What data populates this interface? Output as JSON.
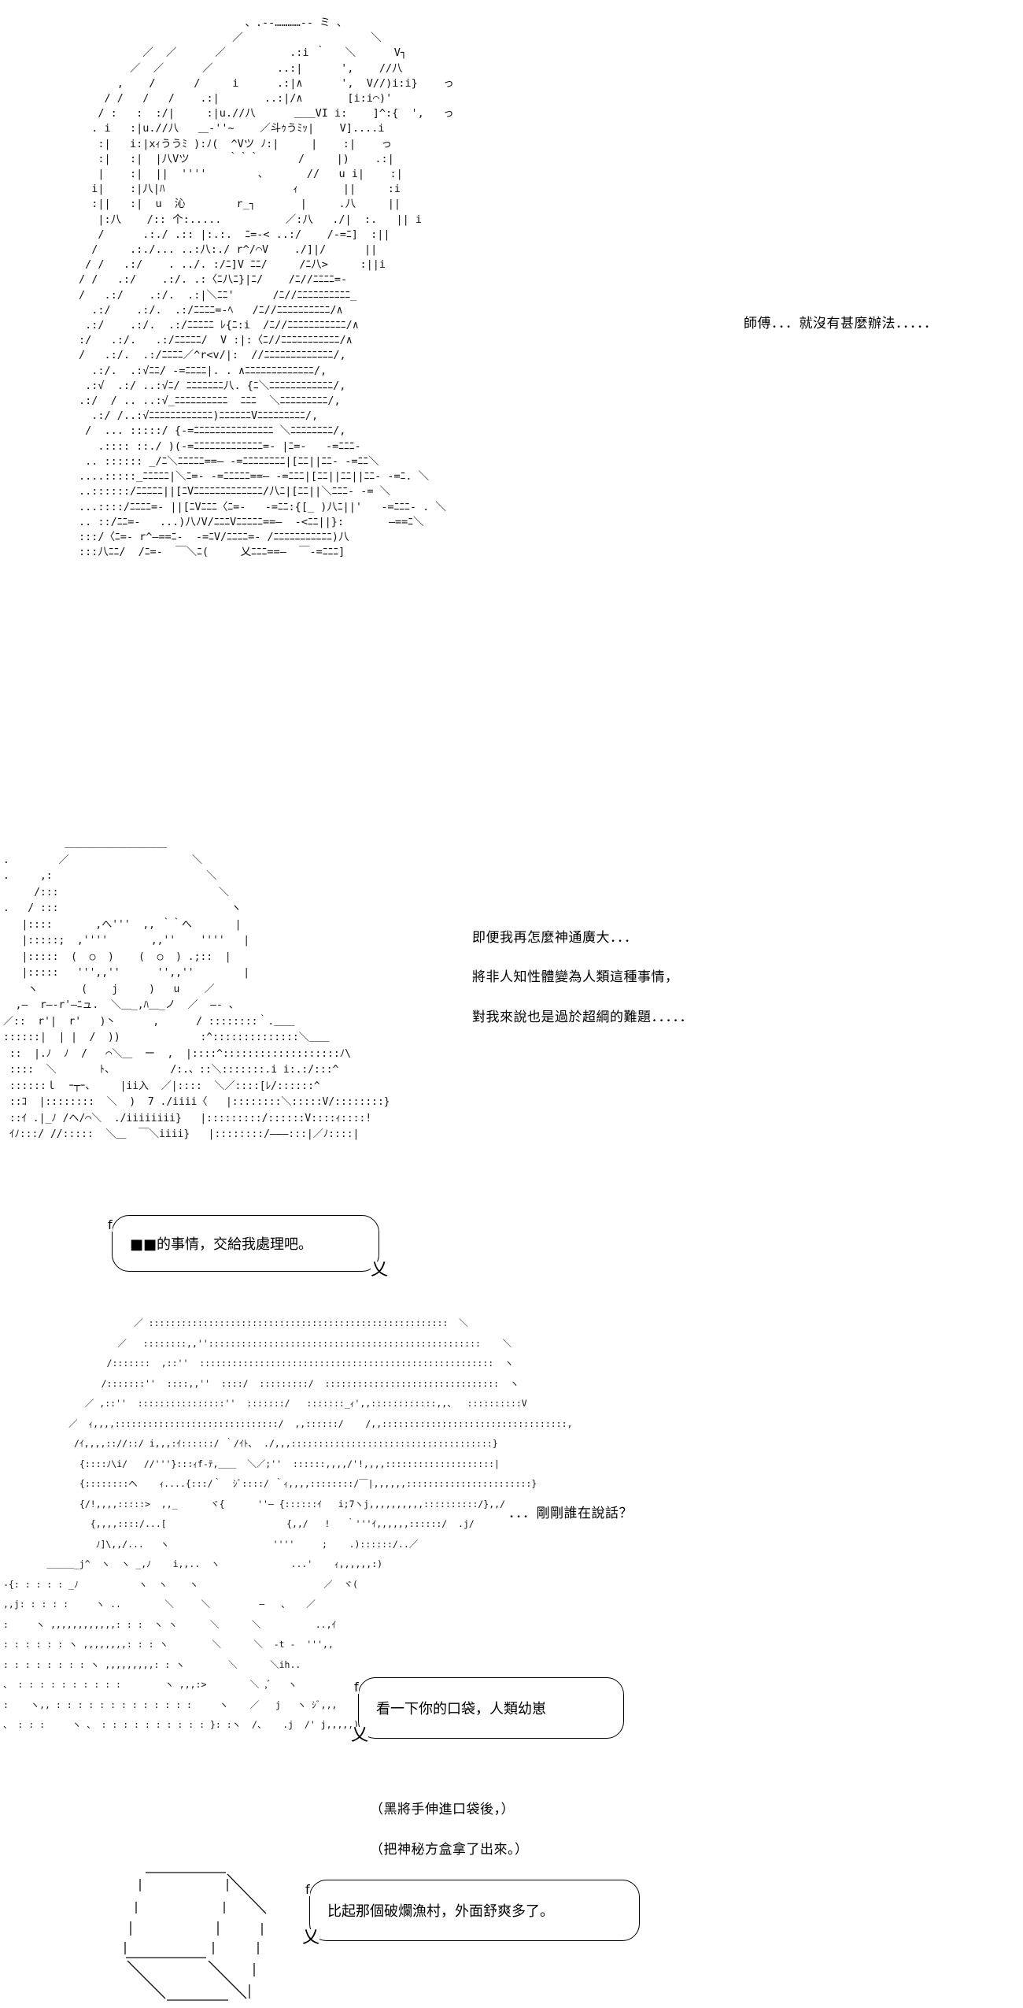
{
  "panels": [
    {
      "id": "panel-1",
      "figure": "long-haired-girl-ascii-art",
      "narration": [
        "師傅．．．就沒有甚麼辦法．．．．．"
      ]
    },
    {
      "id": "panel-2",
      "figure": "round-faced-old-man-ascii-art",
      "narration": [
        "即便我再怎麼神通廣大．．．",
        "將非人知性體變為人類這種事情，",
        "對我來說也是過於超綱的難題．．．．．"
      ],
      "speech_bubble": "■■的事情，交給我處理吧。"
    },
    {
      "id": "panel-3",
      "figure": "shaggy-haired-figure-ascii-art",
      "narration": [
        "．．．剛剛誰在說話？"
      ],
      "speech_bubble": "看一下你的口袋，人類幼崽"
    },
    {
      "id": "panel-4",
      "figure": "mysterious-box-ascii-art",
      "narration": [
        "（黑將手伸進口袋後，）",
        "（把神秘方盒拿了出來。）"
      ],
      "speech_bubble": "比起那個破爛漁村，外面舒爽多了。"
    }
  ],
  "art": {
    "girl": "                          、.-‐…………‐- ミ 、\n                        ／                    ＼\n          ／  ／      ／          .:i ｀   ＼      V┐\n        ／  ／      ／          ..:|      ',    //八\n      ,    /      /     i      .:|∧      ',  V//)i:i}    っ\n    / /   /   /    .:|       ..:|/∧       [i:i⌒)'\n   / :   :  :/|     :|u.//八      ＿＿VI i:    ]^:{  ',   っ\n  . i   :|u.//八   ＿-''~    ／斗ｩうﾐｯ|    V]....i\n   :|   i:|xｨううﾐ ):ﾉ(  ^Vツ ﾉ:|     |    :|    っ\n   :|   :|  |八Vツ      ｀｀｀      /     |)    .:|\n   |    :|  ||  ''''        、      //   u i|    :|\n  i|    :|八|ﾊ                    ｨ       ||     :i\n  :||   :|  u  沁        r_┐       |     .八     ||\n   |:八    /:: 个:.....          ／:八   ./|  :.   || i\n   /      .:./ .:: |:.:.  ﾆ=‐< ..:/    /‐=ﾆ]  :||\n  /     .:./... ..:八:./ r^/⌒V    ./]|/      ||\n / /   .:/    . ../. :/ﾆ]V ﾆﾆ/     /ﾆ八>     :||i\n/ /   .:/    .:/. .:〈ﾆ八ﾆ}|ﾆ/    /ﾆ//ﾆﾆﾆﾆ=‐\n/   .:/    .:/.  .:|＼ﾆﾆ'      /ﾆ//ﾆﾆﾆﾆﾆﾆﾆﾆﾆﾆ_\n  .:/    .:/.  .:/ﾆﾆﾆﾆ=-ﾍ   /ﾆ//ﾆﾆﾆﾆﾆﾆﾆﾆﾆﾆ/∧\n .:/    .:/.  .:/ﾆﾆﾆﾆﾆ ﾚ{ﾆ:i  /ﾆ//ﾆﾆﾆﾆﾆﾆﾆﾆﾆﾆﾆ/∧\n:/   .:/.   .:/ﾆﾆﾆﾆﾆ/  V :|:〈ﾆ//ﾆﾆﾆﾆﾆﾆﾆﾆﾆﾆﾆ/∧\n/   .:/.  .:/ﾆﾆﾆﾆ／^r<v/|:  //ﾆﾆﾆﾆﾆﾆﾆﾆﾆﾆﾆﾆﾆ/,\n  .:/.  .:√ﾆﾆ/ -=ﾆﾆﾆﾆ|. . ∧ﾆﾆﾆﾆﾆﾆﾆﾆﾆﾆﾆﾆﾆ/,\n .:√  .:/ ..:√ﾆ/ ﾆﾆﾆﾆﾆﾆﾆ八. {ﾆ＼ﾆﾆﾆﾆﾆﾆﾆﾆﾆﾆﾆﾆ/,\n.:/  / .. ..:√_ﾆﾆﾆﾆﾆﾆﾆﾆﾆﾆ  ﾆﾆﾆ  ＼ﾆﾆﾆﾆﾆﾆﾆﾆﾆ/,\n  .:/ /..:√ﾆﾆﾆﾆﾆﾆﾆﾆﾆﾆﾆﾆ)ﾆﾆﾆﾆﾆﾆVﾆﾆﾆﾆﾆﾆﾆﾆﾆ/,\n /  ... :::::/ {-=ﾆﾆﾆﾆﾆﾆﾆﾆﾆﾆﾆﾆﾆﾆﾆ ＼ﾆﾆﾆﾆﾆﾆﾆﾆ/,\n   .:::: ::./ )(-=ﾆﾆﾆﾆﾆﾆﾆﾆﾆﾆﾆﾆﾆ=- |ﾆ=-   -=ﾆﾆﾆ-\n .. :::::: _/ﾆ＼ﾆﾆﾆﾆﾆ==― -=ﾆﾆﾆﾆﾆﾆﾆﾆ|[ﾆﾆ||ﾆﾆ- -=ﾆﾆ＼\n....:::::_ﾆﾆﾆﾆﾆ|＼ﾆ=- -=ﾆﾆﾆﾆﾆ==― -=ﾆﾆﾆ|[ﾆﾆ||ﾆﾆ||ﾆﾆ- -=ﾆ. ＼\n..::::::/ﾆﾆﾆﾆﾆ||[ﾆVﾆﾆﾆﾆﾆﾆﾆﾆﾆﾆﾆﾆﾆ/八ﾆ|[ﾆﾆ||＼ﾆﾆﾆ- -= ＼\n...::::/ﾆﾆﾆﾆ=- ||[ﾆVﾆﾆﾆ〈ﾆ=-   -=ﾆﾆ:{[_ )八ﾆ||'   -=ﾆﾆﾆ- . ＼\n.. ::/ﾆﾆ=-   ...)八ﾉV/ﾆﾆﾆVﾆﾆﾆﾆﾆ==―  -<ﾆﾆ||}:       ―==ﾆ＼\n:::/〈ﾆ=- r^―==ﾆ-  -=ﾆV/ﾆﾆﾆﾆ=- /ﾆﾆﾆﾆﾆﾆﾆﾆﾆﾆﾆ)八\n:::八ﾆﾆ/  /ﾆ=-  ￣＼ﾆ(     乂ﾆﾆﾆ==―  ￣-=ﾆﾆﾆ]",
    "old_man": "          ＿＿＿＿＿＿＿＿＿＿\n.        ／                    ＼\n.     ,:                         ＼\n     /:::                          ＼\n.   / :::                            ヽ\n   |::::       ,へ'''  ,, ｀｀へ       |\n   |:::::;  ,''''       ,,''    ''''   |\n   |:::::  (  ○  )    (  ○  ) .;::  |\n   |:::::   ''',,''      '',,''        |\n    ヽ       (    j     )   u    ／\n  ,―  r―‐r'―ﾆュ.  ＼＿_,ﾊ＿_ノ  ／  ―‐ 、\n／::  r'|  r'   )丶      ,      / ::::::::｀.＿＿\n::::::|  | |  /  ))             :^::::::::::::::＼＿＿\n ::  |.ﾉ  ﾉ  /   ⌒＼＿  ー  ,  |::::^:::::::::::::::::::ﾉ\\\n ::::  ＼       ﾄ、         /:.、::＼:::::::.i i:.:/:::^\n ::::::ｌ  ｰ┬ｰ、    |ii入  ／|::::  ＼／::::[ﾚ/::::::^\n ::ｺ  |::::::::  ＼  )  7 ./iiii〈   |::::::::＼:::::V/::::::::}\n ::ｲ .|_ﾉ /ヘ/⌒＼  ./iiiiiiii}   |:::::::::/::::::V::::ｨ::::!\n ｲﾉ:::/ //:::::  ＼＿  ￣＼iiii}   |::::::::/―――:::|／ﾉ::::|",
    "shaggy": "                        ／ :::::::::::::::::::::::::::::::::::::::::::::::::::::::  ＼\n                     ／   ::::::::,,''::::::::::::::::::::::::::::::::::::::::::::::::::    ＼\n                   /:::::::  ,::''  ::::::::::::::::::::::::::::::::::::::::::::::::::::::  ヽ\n                  /:::::::''  ::::,,''  ::::/  :::::::::/  ::::::::::::::::::::::::::::::::  ヽ\n               ／ ,::''  ::::::::::::::::''  :::::::/   :::::::_ｨ',,::::::::::::,,、  ::::::::::V\n            ／  ｨ,,,,::::::::::::::::::::::::::::::/  ,,::::::/    /,,::::::::::::::::::::::::::::::::::,\n             /ｲ,,,,:://::/ i,,,:ｲ::::::/ ｀/ｲﾄ､  ./,,,:::::::::::::::::::::::::::::::::::::}\n              {::::ﾉ\\i/   //'''}:::ｨf‐ﾃ,＿＿  ＼／;''  ::::::,,,,/'!,,,,::::::::::::::::::::|\n              {::::::::ヘ    ｨ....{:::/｀  ｼﾞ::::/ ｀ｨ,,,,::::::::/￣|,,,,,,:::::::::::::::::::::::}\n              {/!,,,,:::::>  ,,_      ヾ{      ''― {::::::ｲ   i;7ヽj,,,,,,,,,,::::::::::/},,/\n                {,,,,::::/...[                      {,,/   !   ｀'''ｲ,,,,,,::::::/  .j/\n                 ﾉ]\\,,/...   ヽ                   ''''     ;    .)::::::/..／\n        ＿＿＿_j^  ヽ  ヽ _,ﾉ    i,,..  ヽ             ...'    ｨ,,,,,,:)\n-{: : : : : _ﾉ           ヽ  ヽ    ヽ                       ／  ヾ(\n,,j: : : : :     ヽ ..        ＼     ＼         ―   、   ／\n:     ヽ ,,,,,,,,,,,,: : :  ヽ ヽ      ＼      ＼          ..,ｲ\n: : : : : : ヽ ,,,,,,,,: : : ヽ        ＼      ＼  ‐t ‐  ''',,\n: : : : : : : : ヽ ,,,,,,,,,: : ヽ        ＼      ＼ih..\n、 : : : : : : : : : :        ヽ ,,,:>        ＼ ,ﾞ   ヽ\n:    ヽ,, : : : : : : : : : : : : :     ヽ    ／   j   ヽ ｼﾞ,,,\n、 : : :     ヽ 、 : : : : : : : : : : }: :ヽ  /、   .j  /' j,,,,,)"
  }
}
